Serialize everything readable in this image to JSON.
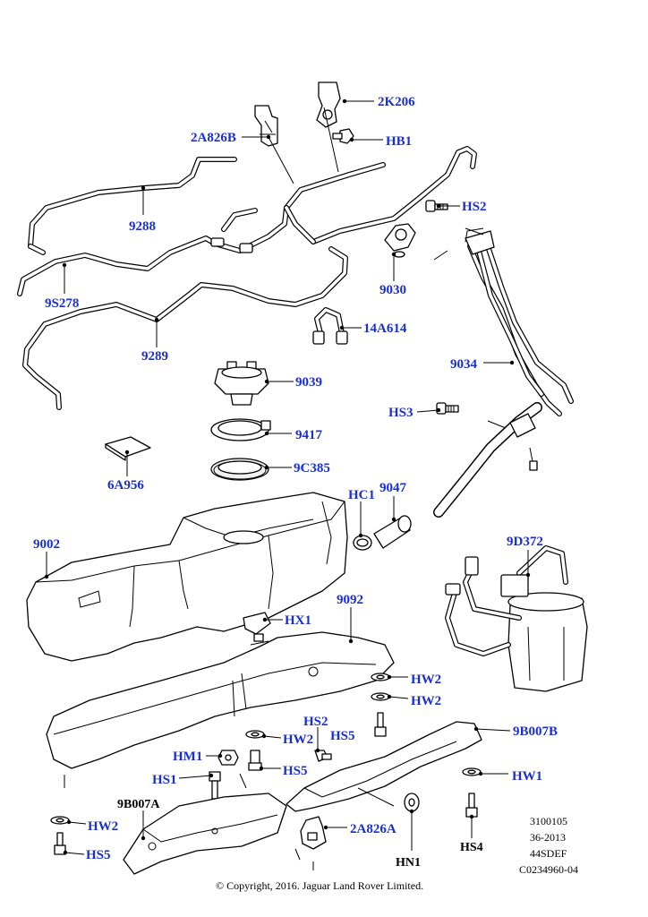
{
  "callouts": {
    "p2K206": "2K206",
    "pHB1": "HB1",
    "p2A826B": "2A826B",
    "p9288": "9288",
    "pHS2": "HS2",
    "p9030": "9030",
    "p9S278": "9S278",
    "p14A614": "14A614",
    "p9289": "9289",
    "p9034": "9034",
    "p9039": "9039",
    "pHS3": "HS3",
    "p9417": "9417",
    "p6A956": "6A956",
    "p9C385": "9C385",
    "pHC1": "HC1",
    "p9047": "9047",
    "p9002": "9002",
    "p9D372": "9D372",
    "p9092": "9092",
    "pHX1": "HX1",
    "pHW2a": "HW2",
    "pHW2b": "HW2",
    "pHS2b": "HS2",
    "pHW2c": "HW2",
    "pHS5a": "HS5",
    "p9B007B": "9B007B",
    "pHM1": "HM1",
    "pHS5b": "HS5",
    "pHS1": "HS1",
    "pHW1": "HW1",
    "p9B007A": "9B007A",
    "pHW2d": "HW2",
    "p2A826A": "2A826A",
    "pHS5c": "HS5",
    "pHN1": "HN1",
    "pHS4": "HS4"
  },
  "reference_block": {
    "line1": "3100105",
    "line2": "36-2013",
    "line3": "44SDEF",
    "line4": "C0234960-04"
  },
  "footer": {
    "copyright": "© Copyright, 2016. Jaguar Land Rover Limited."
  },
  "colors": {
    "callout": "#1a2fd0",
    "line": "#000000",
    "background": "#ffffff"
  }
}
